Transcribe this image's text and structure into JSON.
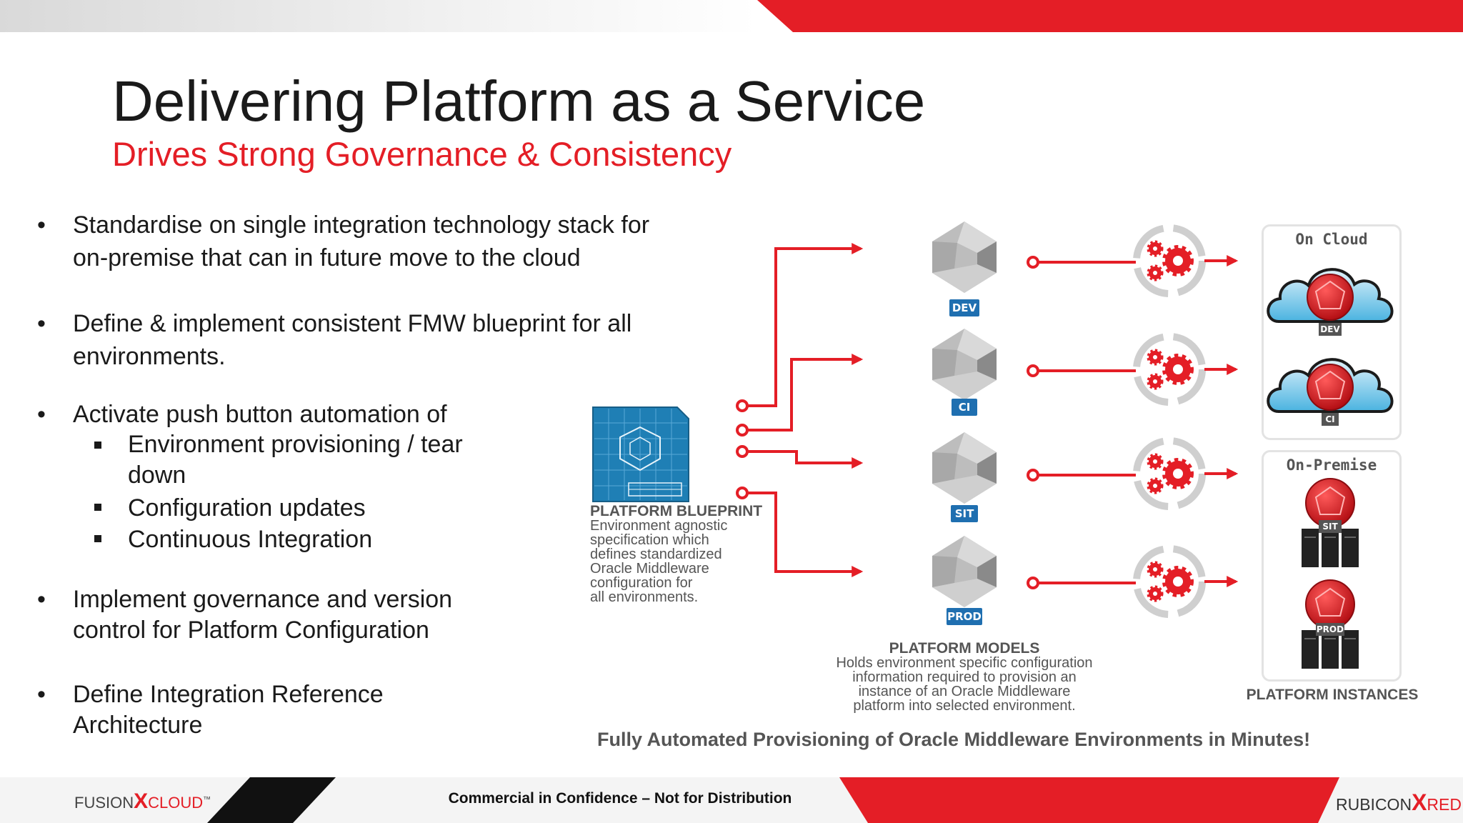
{
  "title": "Delivering Platform as a Service",
  "subtitle": "Drives Strong Governance & Consistency",
  "bullets": {
    "b1_line1": "Standardise on single integration technology stack for",
    "b1_line2": "on-premise that can in future move to the cloud",
    "b2_line1": "Define & implement consistent FMW blueprint for all",
    "b2_line2": "environments.",
    "b3": "Activate push button automation of",
    "b3_sub1_line1": "Environment provisioning / tear",
    "b3_sub1_line2": "down",
    "b3_sub2": "Configuration updates",
    "b3_sub3": "Continuous Integration",
    "b4_line1": "Implement governance and version",
    "b4_line2": "control for Platform Configuration",
    "b5_line1": "Define Integration Reference",
    "b5_line2": "Architecture",
    "marker": "•"
  },
  "diagram": {
    "blueprint": {
      "heading": "PLATFORM BLUEPRINT",
      "lines": [
        "Environment agnostic",
        "specification which",
        "defines standardized",
        "Oracle Middleware",
        "configuration for",
        "all environments."
      ]
    },
    "models": {
      "tags": [
        "DEV",
        "CI",
        "SIT",
        "PROD"
      ],
      "heading": "PLATFORM MODELS",
      "lines": [
        "Holds environment specific configuration",
        "information required to provision an",
        "instance of an Oracle Middleware",
        "platform into selected environment."
      ]
    },
    "cloud_panel": {
      "title": "On Cloud",
      "tags": [
        "DEV",
        "CI"
      ]
    },
    "onprem_panel": {
      "title": "On-Premise",
      "tags": [
        "SIT",
        "PROD"
      ]
    },
    "instances_caption": "PLATFORM INSTANCES",
    "tagline": "Fully Automated Provisioning of Oracle Middleware Environments in Minutes!",
    "colors": {
      "red": "#e41e26",
      "blue": "#1f6fb0",
      "grey": "#555555"
    }
  },
  "footer": {
    "confidential": "Commercial in Confidence – Not for Distribution",
    "left_logo_a": "FUSION",
    "left_logo_x": "X",
    "left_logo_b": "CLOUD",
    "left_logo_tm": "™",
    "right_logo_a": "RUBICON",
    "right_logo_x": "X",
    "right_logo_b": "RED"
  }
}
